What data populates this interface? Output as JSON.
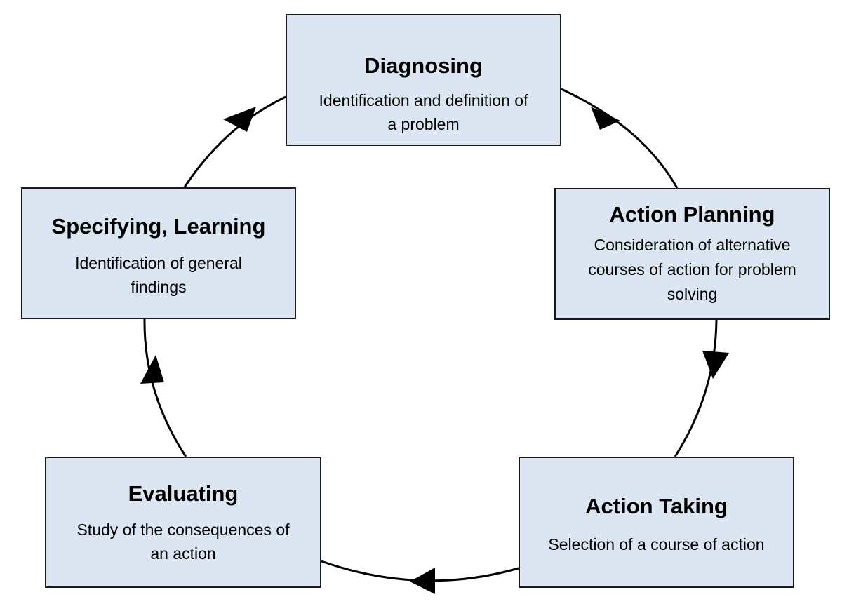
{
  "diagram": {
    "steps": [
      {
        "title": "Diagnosing",
        "description_lines": [
          "Identification and definition of",
          "a problem"
        ]
      },
      {
        "title": "Action Planning",
        "description_lines": [
          "Consideration of alternative",
          "courses of action for problem",
          "solving"
        ]
      },
      {
        "title": "Action Taking",
        "description_lines": [
          "Selection of a course of action"
        ]
      },
      {
        "title": "Evaluating",
        "description_lines": [
          "Study of the consequences of",
          "an action"
        ]
      },
      {
        "title": "Specifying, Learning",
        "description_lines": [
          "Identification of general",
          "findings"
        ]
      }
    ],
    "flow": "clockwise",
    "colors": {
      "box_fill": "#dce6f2",
      "box_border": "#1a1a1a",
      "connector": "#000000"
    }
  }
}
